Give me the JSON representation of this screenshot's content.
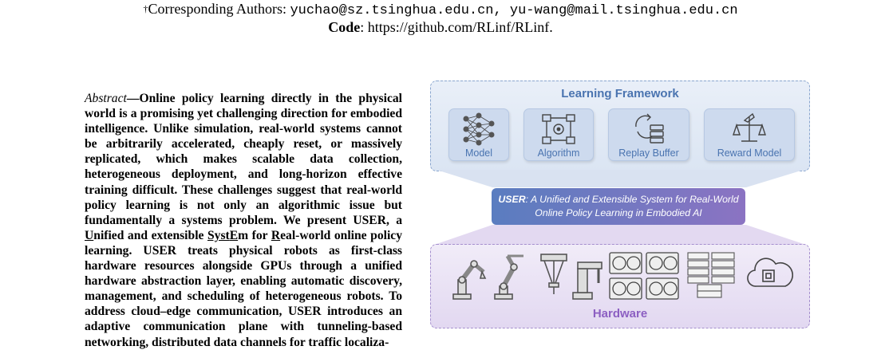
{
  "header": {
    "affiliation_label": "Corresponding Authors:",
    "dagger": "†",
    "emails": "yuchao@sz.tsinghua.edu.cn, yu-wang@mail.tsinghua.edu.cn",
    "code_label": "Code",
    "code_url": "https://github.com/RLinf/RLinf."
  },
  "abstract": {
    "lead": "Abstract",
    "text_1": "—Online policy learning directly in the physical world is a promising yet challenging direction for embodied intelligence. Unlike simulation, real-world systems cannot be arbitrarily accelerated, cheaply reset, or massively replicated, which makes scalable data collection, heterogeneous deployment, and long-horizon effective training difficult. These challenges suggest that real-world policy learning is not only an algorithmic issue but fundamentally a systems problem. We present USER, a ",
    "u1": "U",
    "t_nified": "nified and extensible ",
    "t_syst": "Syst",
    "u2": "E",
    "t_m": "m for ",
    "u3": "R",
    "text_2": "eal-world online policy learning. USER treats physical robots as first-class hardware resources alongside GPUs through a unified hardware abstraction layer, enabling automatic discovery, management, and scheduling of heterogeneous robots. To address cloud–edge communication, USER introduces an adaptive communication plane with tunneling-based networking, distributed data channels for traffic localiza-"
  },
  "figure": {
    "top_title": "Learning Framework",
    "modules": [
      {
        "label": "Model",
        "icon": "neural-network-icon"
      },
      {
        "label": "Algorithm",
        "icon": "algorithm-flow-icon"
      },
      {
        "label": "Replay Buffer",
        "icon": "replay-buffer-icon"
      },
      {
        "label": "Reward Model",
        "icon": "reward-scale-icon"
      }
    ],
    "user_title_bold": "USER",
    "user_title_rest": ": A Unified and Extensible System for Real-World Online Policy Learning in Embodied AI",
    "bottom_title": "Hardware",
    "hardware_icons": [
      "robot-arm-icon",
      "robot-arm-icon",
      "delta-robot-icon",
      "scara-robot-icon",
      "gpu-card-icon",
      "server-rack-icon",
      "cloud-chip-icon"
    ]
  },
  "colors": {
    "framework_blue": "#4a74b0",
    "hardware_purple": "#8c5fc2"
  }
}
